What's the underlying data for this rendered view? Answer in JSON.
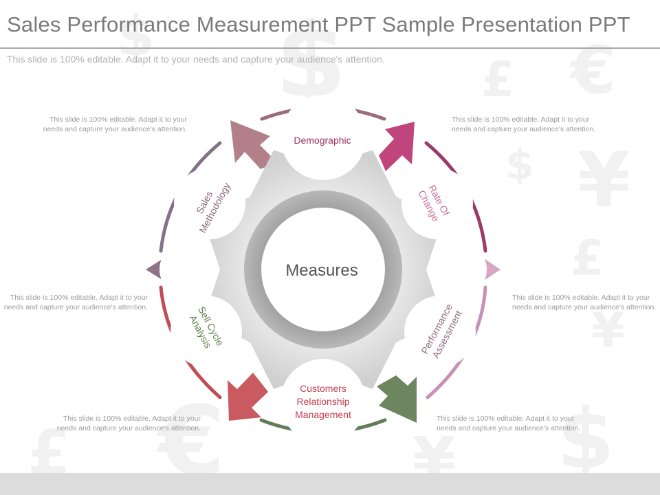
{
  "slide": {
    "title": "Sales Performance Measurement PPT Sample Presentation PPT",
    "subtitle": "This slide is 100% editable. Adapt it to your needs and capture your audience's attention."
  },
  "diagram": {
    "center_label": "Measures",
    "segments": [
      {
        "label": "Demographic",
        "color": "#9b2f5c"
      },
      {
        "label": "Rate Of Change",
        "color": "#c76c98"
      },
      {
        "label": "Performance Assessment",
        "color": "#8c6e84"
      },
      {
        "label": "Customers Relationship Management",
        "color": "#c53d4b"
      },
      {
        "label": "Sell Cycle Analysis",
        "color": "#5e7d4e"
      },
      {
        "label": "Sales Methodology",
        "color": "#8a6377"
      }
    ],
    "arrow_colors": [
      "#b37f89",
      "#c0457c",
      "#d7a6c4",
      "#6d8660",
      "#c85a60",
      "#8c7389"
    ],
    "arc_colors": [
      "#9a6b79",
      "#9b3b6b",
      "#c690b7",
      "#5f7e58",
      "#bf4d55",
      "#847088"
    ]
  },
  "descriptions": {
    "top_left": "This slide is 100% editable. Adapt it to your needs and capture your audience's attention.",
    "top_right": "This slide is 100% editable. Adapt it to your needs and capture your audience's attention.",
    "middle_left": "This slide is 100% editable. Adapt it to your needs and capture your audience's attention.",
    "middle_right": "This slide is 100% editable. Adapt it to your needs and capture your audience's attention.",
    "bottom_left": "This slide is 100% editable. Adapt it to your needs and capture your audience's attention.",
    "bottom_right": "This slide is 100% editable. Adapt it to your needs and capture your audience's attention."
  },
  "background_icons": [
    "dollar-icon",
    "euro-icon",
    "yen-icon",
    "pound-icon"
  ]
}
